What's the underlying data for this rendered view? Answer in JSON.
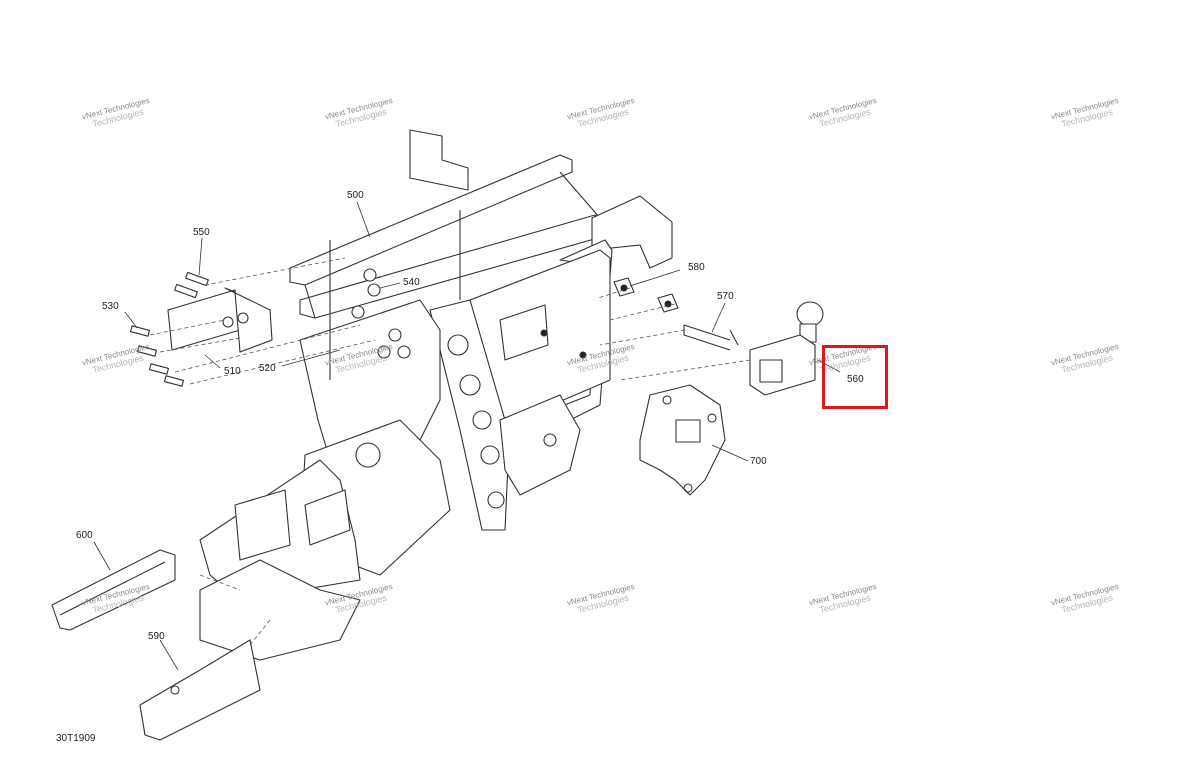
{
  "diagram": {
    "id_label": "30T1909",
    "highlight_color": "#e0161d",
    "highlighted_part": "560",
    "callouts": {
      "c500": "500",
      "c510": "510",
      "c520": "520",
      "c530": "530",
      "c540": "540",
      "c550": "550",
      "c560": "560",
      "c570": "570",
      "c580": "580",
      "c590": "590",
      "c600": "600",
      "c700": "700"
    },
    "watermark": {
      "line1": "vNext Technologies",
      "line2": "Technologies"
    }
  }
}
